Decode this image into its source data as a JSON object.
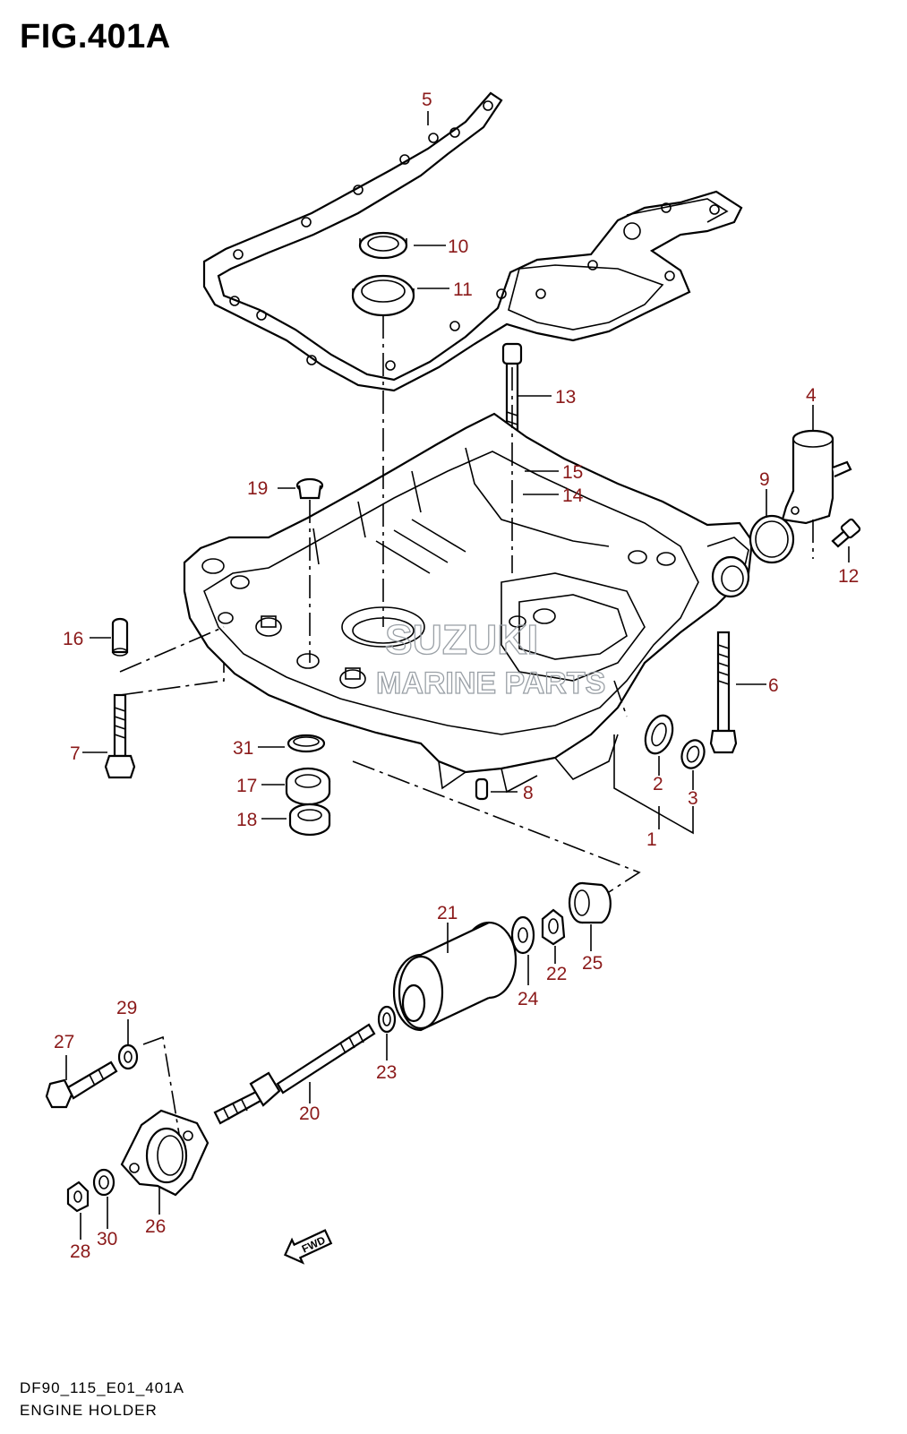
{
  "figure": {
    "title": "FIG.401A",
    "code": "DF90_115_E01_401A",
    "name": "ENGINE HOLDER"
  },
  "watermark": {
    "line1": "SUZUKI",
    "line2": "MARINE PARTS"
  },
  "direction_label": "FWD",
  "callouts": [
    {
      "id": "1",
      "label": "1"
    },
    {
      "id": "2",
      "label": "2"
    },
    {
      "id": "3",
      "label": "3"
    },
    {
      "id": "4",
      "label": "4"
    },
    {
      "id": "5",
      "label": "5"
    },
    {
      "id": "6",
      "label": "6"
    },
    {
      "id": "7",
      "label": "7"
    },
    {
      "id": "8",
      "label": "8"
    },
    {
      "id": "9",
      "label": "9"
    },
    {
      "id": "10",
      "label": "10"
    },
    {
      "id": "11",
      "label": "11"
    },
    {
      "id": "12",
      "label": "12"
    },
    {
      "id": "13",
      "label": "13"
    },
    {
      "id": "14",
      "label": "14"
    },
    {
      "id": "15",
      "label": "15"
    },
    {
      "id": "16",
      "label": "16"
    },
    {
      "id": "17",
      "label": "17"
    },
    {
      "id": "18",
      "label": "18"
    },
    {
      "id": "19",
      "label": "19"
    },
    {
      "id": "20",
      "label": "20"
    },
    {
      "id": "21",
      "label": "21"
    },
    {
      "id": "22",
      "label": "22"
    },
    {
      "id": "23",
      "label": "23"
    },
    {
      "id": "24",
      "label": "24"
    },
    {
      "id": "25",
      "label": "25"
    },
    {
      "id": "26",
      "label": "26"
    },
    {
      "id": "27",
      "label": "27"
    },
    {
      "id": "28",
      "label": "28"
    },
    {
      "id": "29",
      "label": "29"
    },
    {
      "id": "30",
      "label": "30"
    },
    {
      "id": "31",
      "label": "31"
    }
  ],
  "colors": {
    "callout": "#8b1a1a",
    "line": "#000000",
    "watermark": "#9aa0a6"
  }
}
